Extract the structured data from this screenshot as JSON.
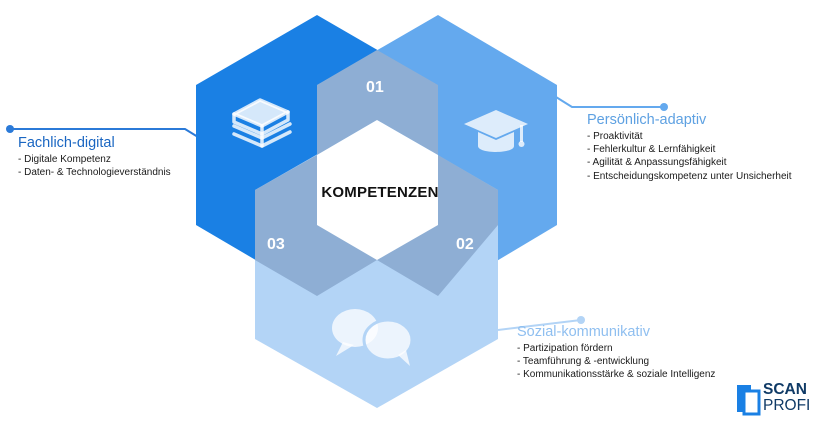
{
  "center": {
    "title": "KOMPETENZEN"
  },
  "segments": [
    {
      "number": "01",
      "icon": "books-icon"
    },
    {
      "number": "02",
      "icon": "graduation-cap-icon"
    },
    {
      "number": "03",
      "icon": "speech-bubbles-icon"
    }
  ],
  "categories": {
    "fachlich": {
      "title": "Fachlich-digital",
      "items": [
        "- Digitale Kompetenz",
        "- Daten- & Technologieverständnis"
      ]
    },
    "persoenlich": {
      "title": "Persönlich-adaptiv",
      "items": [
        "- Proaktivität",
        "- Fehlerkultur & Lernfähigkeit",
        "- Agilität & Anpassungsfähigkeit",
        "- Entscheidungskompetenz unter Unsicherheit"
      ]
    },
    "sozial": {
      "title": "Sozial-kommunikativ",
      "items": [
        "- Partizipation fördern",
        "- Teamführung & -entwicklung",
        "- Kommunikationsstärke & soziale Intelligenz"
      ]
    }
  },
  "logo": {
    "line1": "SCAN",
    "line2": "PROFI"
  },
  "colors": {
    "dark_blue": "#1a80e4",
    "medium_blue": "#64a9ee",
    "light_blue": "#b3d4f6",
    "overlap": "#8eaed4",
    "title_dark": "#1a66c2",
    "title_light": "#5ea1e2",
    "connector": "#2b7ad8"
  }
}
